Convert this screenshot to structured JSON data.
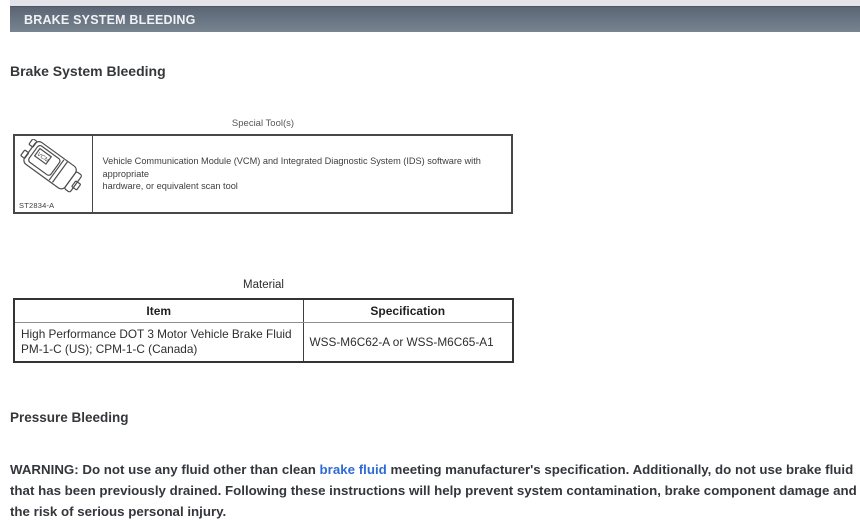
{
  "page_bar": {
    "title": "BRAKE SYSTEM BLEEDING"
  },
  "headings": {
    "main": "Brake System Bleeding",
    "pressure": "Pressure Bleeding"
  },
  "special_tools": {
    "caption": "Special Tool(s)",
    "part_number": "ST2834-A",
    "tool_icon": "vcm-module-icon",
    "description_lines": [
      "Vehicle Communication Module (VCM) and Integrated Diagnostic System (IDS) software with appropriate",
      "hardware, or equivalent scan tool"
    ]
  },
  "material": {
    "caption": "Material",
    "columns": [
      "Item",
      "Specification"
    ],
    "row": {
      "item_lines": [
        "High Performance DOT 3 Motor Vehicle Brake Fluid",
        "PM-1-C (US); CPM-1-C (Canada)"
      ],
      "specification": "WSS-M6C62-A or WSS-M6C65-A1"
    }
  },
  "warning": {
    "lines": [
      {
        "pre": "WARNING: Do not use any fluid other than clean ",
        "link": "brake fluid",
        "post": " meeting manufacturer's specification. Additionally, do not use brake fluid"
      },
      {
        "text": "that has been previously drained. Following these instructions will help prevent system contamination, brake component damage and"
      },
      {
        "text": "the risk of serious personal injury."
      }
    ]
  },
  "colors": {
    "bar_gradient_top": "#5b6573",
    "bar_gradient_bottom": "#78848f",
    "top_strip": "#e4e3e7",
    "link": "#2e6bd6",
    "body_text": "#33363b"
  }
}
